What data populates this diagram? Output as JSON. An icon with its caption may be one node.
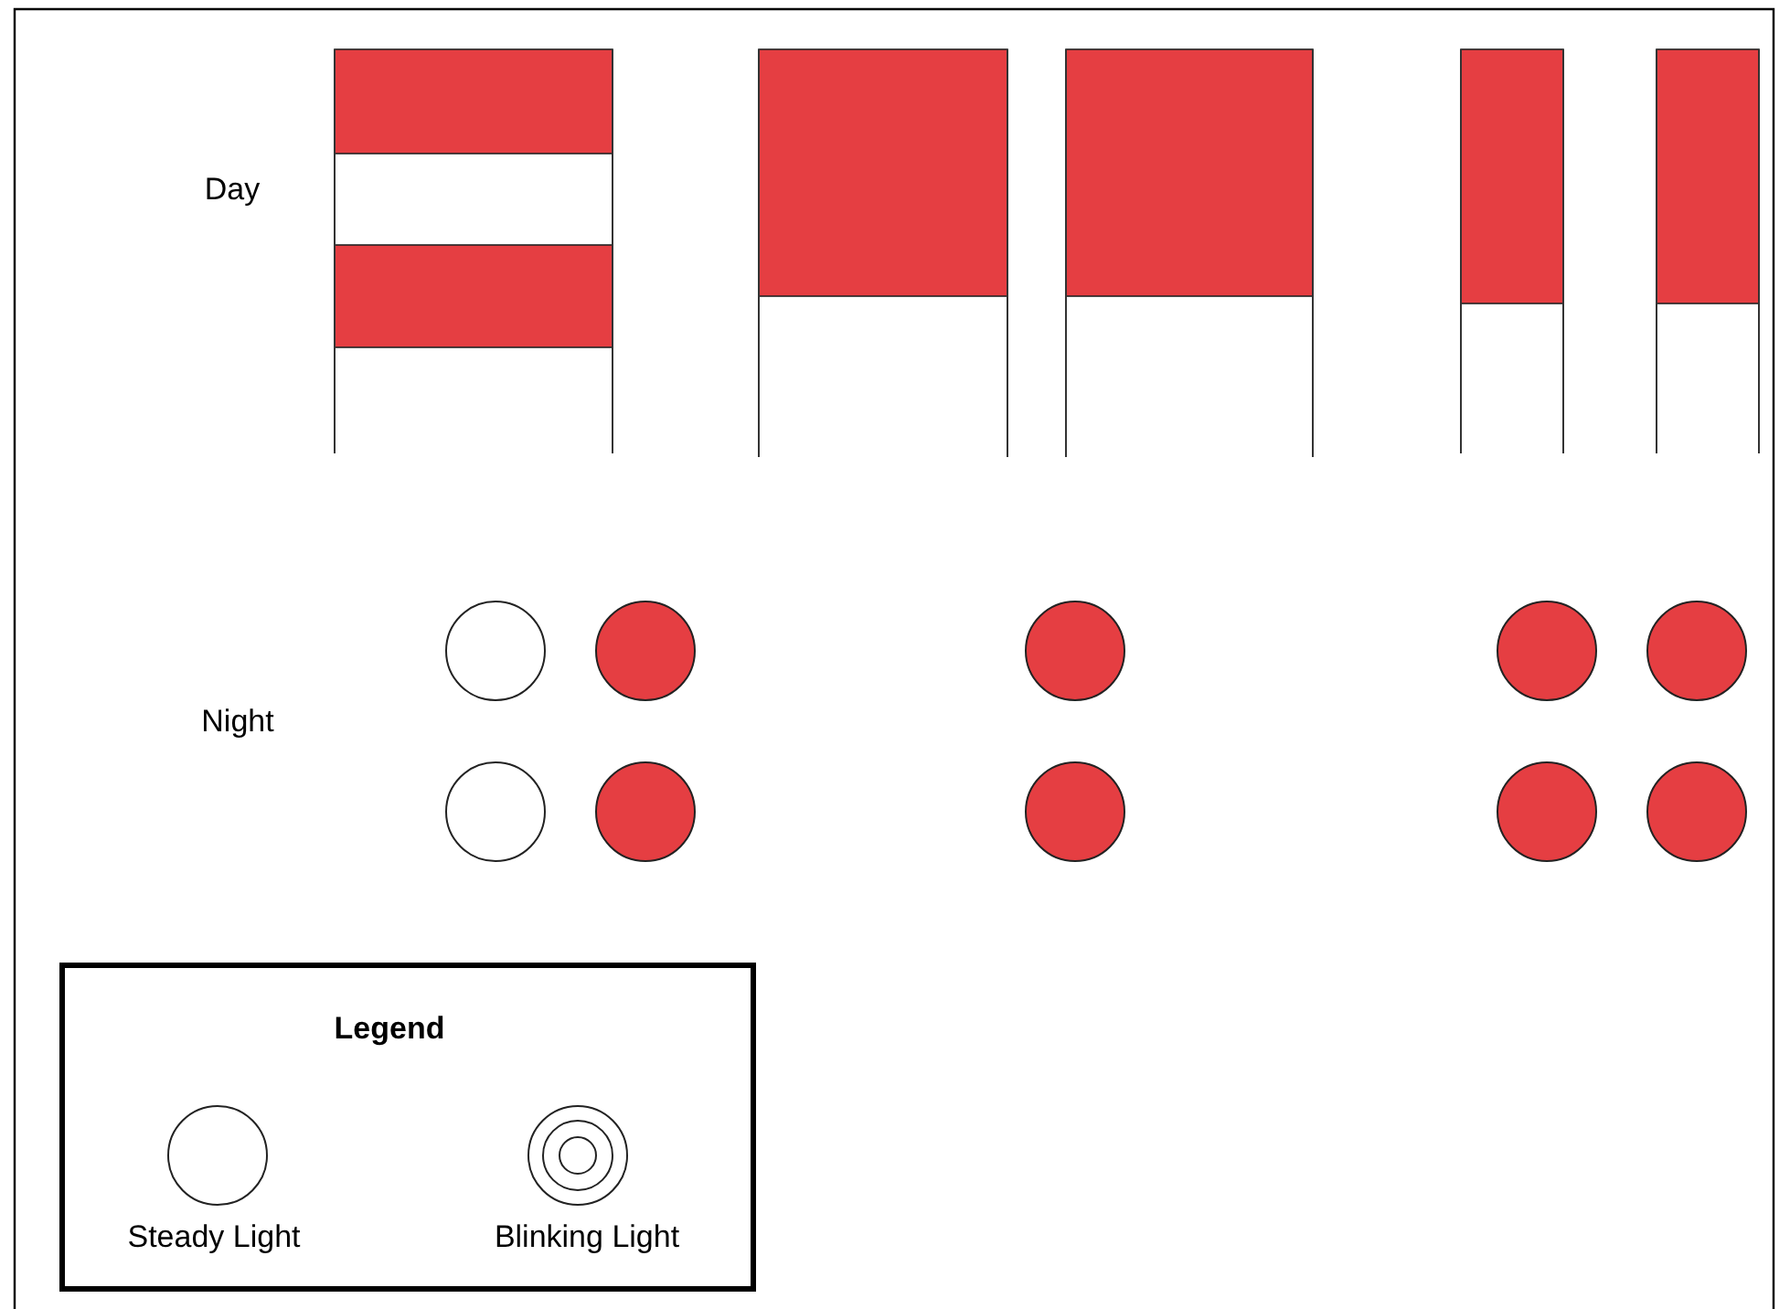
{
  "diagram": {
    "labels": [
      "Day",
      "Night",
      "Legend"
    ],
    "legend": [
      {
        "text": "Steady Light"
      },
      {
        "text": "Blinking Light"
      }
    ]
  }
}
